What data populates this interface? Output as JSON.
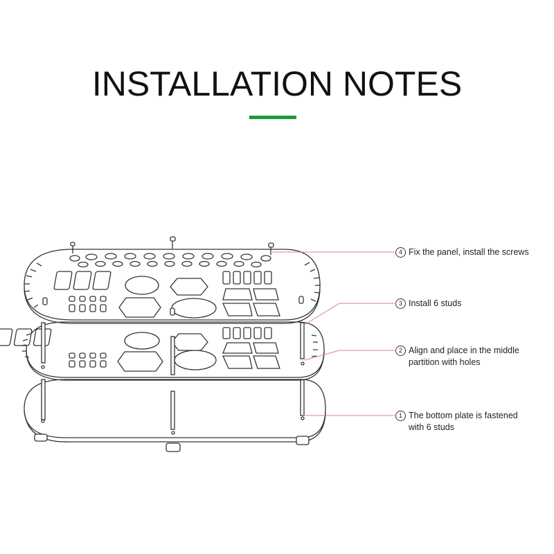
{
  "title": "INSTALLATION NOTES",
  "accent_color": "#1a9a3c",
  "callout_color": "#d88090",
  "steps": [
    {
      "num": "4",
      "line1": "Fix the panel, install the screws",
      "line2": ""
    },
    {
      "num": "3",
      "line1": "Install 6 studs",
      "line2": ""
    },
    {
      "num": "2",
      "line1": "Align and place in the middle",
      "line2": "partition with holes"
    },
    {
      "num": "1",
      "line1": "The bottom plate is fastened",
      "line2": "with 6 studs"
    }
  ]
}
